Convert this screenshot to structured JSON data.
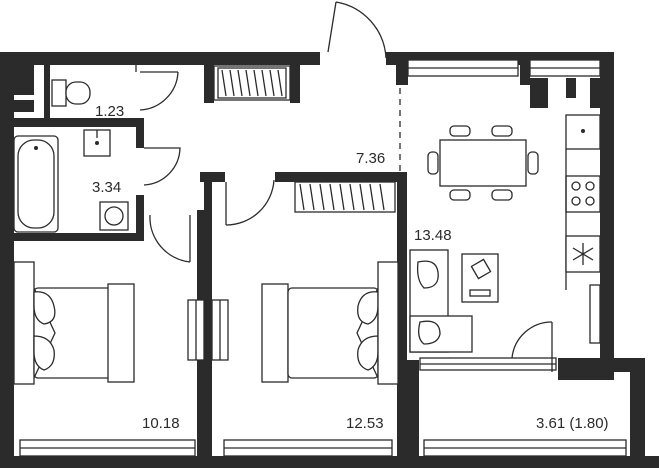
{
  "plan": {
    "rooms": [
      {
        "id": "wc",
        "label": "1.23"
      },
      {
        "id": "bathroom",
        "label": "3.34"
      },
      {
        "id": "hallway",
        "label": "7.36"
      },
      {
        "id": "kitchen-living",
        "label": "13.48"
      },
      {
        "id": "bedroom-1",
        "label": "10.18"
      },
      {
        "id": "bedroom-2",
        "label": "12.53"
      },
      {
        "id": "balcony",
        "label": "3.61 (1.80)"
      }
    ],
    "colors": {
      "wall": "#2b2b2b",
      "background": "#ffffff"
    },
    "icons": [
      "toilet-icon",
      "sink-icon",
      "bathtub-icon",
      "washing-machine-icon",
      "radiator-icon",
      "bed-icon",
      "wardrobe-icon",
      "dining-table-icon",
      "stove-icon",
      "fridge-icon",
      "sofa-icon",
      "coffee-table-icon",
      "door-icon",
      "window-icon"
    ]
  }
}
